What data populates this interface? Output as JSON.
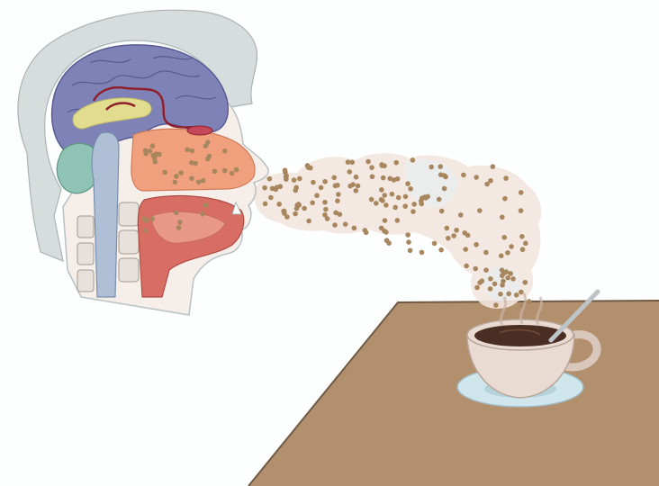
{
  "illustration": {
    "subject": "smell-of-coffee",
    "elements": [
      "head-cross-section",
      "odor-plume",
      "coffee-cup",
      "saucer",
      "spoon",
      "table"
    ]
  },
  "colors": {
    "hair": "#d7dcdc",
    "skin_outline": "#c9d1d2",
    "brain": "#7f82b6",
    "brain_dark": "#585a92",
    "corpus": "#e2dc8e",
    "cerebellum": "#8fc3b4",
    "spinal": "#aebfd6",
    "nasal_cavity": "#f1a07d",
    "mouth": "#d86d63",
    "olfactory_nerve": "#8e1f2b",
    "odor_particle": "#a9875e",
    "plume": "#f3e5df",
    "table_top": "#b3906d",
    "table_edge": "#6f5a45",
    "cup": "#eadbd2",
    "coffee": "#4a2d23",
    "saucer": "#cfe6ec",
    "spoon": "#bcc4c8"
  }
}
